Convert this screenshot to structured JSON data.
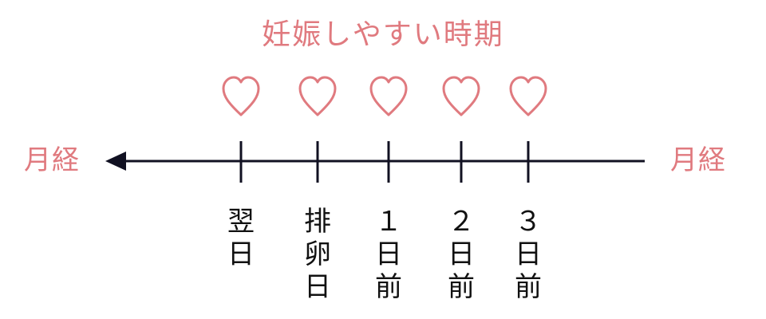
{
  "title": "妊娠しやすい時期",
  "left_label": "月経",
  "right_label": "月経",
  "colors": {
    "accent": "#e07a7f",
    "line": "#111122",
    "text": "#111111"
  },
  "heart_icon": "heart-outline-icon",
  "ticks": [
    {
      "label": [
        "翌",
        "日"
      ]
    },
    {
      "label": [
        "排",
        "卵",
        "日"
      ]
    },
    {
      "label": [
        "１",
        "日",
        "前"
      ]
    },
    {
      "label": [
        "２",
        "日",
        "前"
      ]
    },
    {
      "label": [
        "３",
        "日",
        "前"
      ]
    }
  ]
}
